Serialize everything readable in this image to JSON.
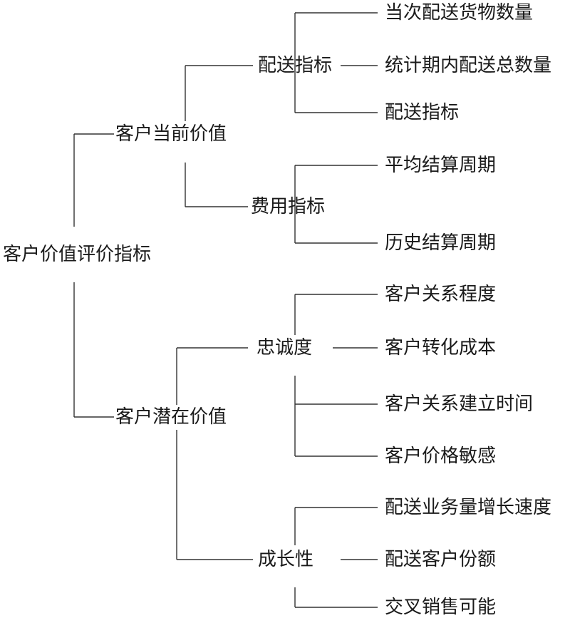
{
  "root": {
    "label": "客户价值评价指标"
  },
  "branches": [
    {
      "label": "客户当前价值",
      "groups": [
        {
          "label": "配送指标",
          "items": [
            "当次配送货物数量",
            "统计期内配送总数量",
            "配送指标"
          ]
        },
        {
          "label": "费用指标",
          "items": [
            "平均结算周期",
            "历史结算周期"
          ]
        }
      ]
    },
    {
      "label": "客户潜在价值",
      "groups": [
        {
          "label": "忠诚度",
          "items": [
            "客户关系程度",
            "客户转化成本",
            "客户关系建立时间",
            "客户价格敏感"
          ]
        },
        {
          "label": "成长性",
          "items": [
            "配送业务量增长速度",
            "配送客户份额",
            "交叉销售可能"
          ]
        }
      ]
    }
  ]
}
